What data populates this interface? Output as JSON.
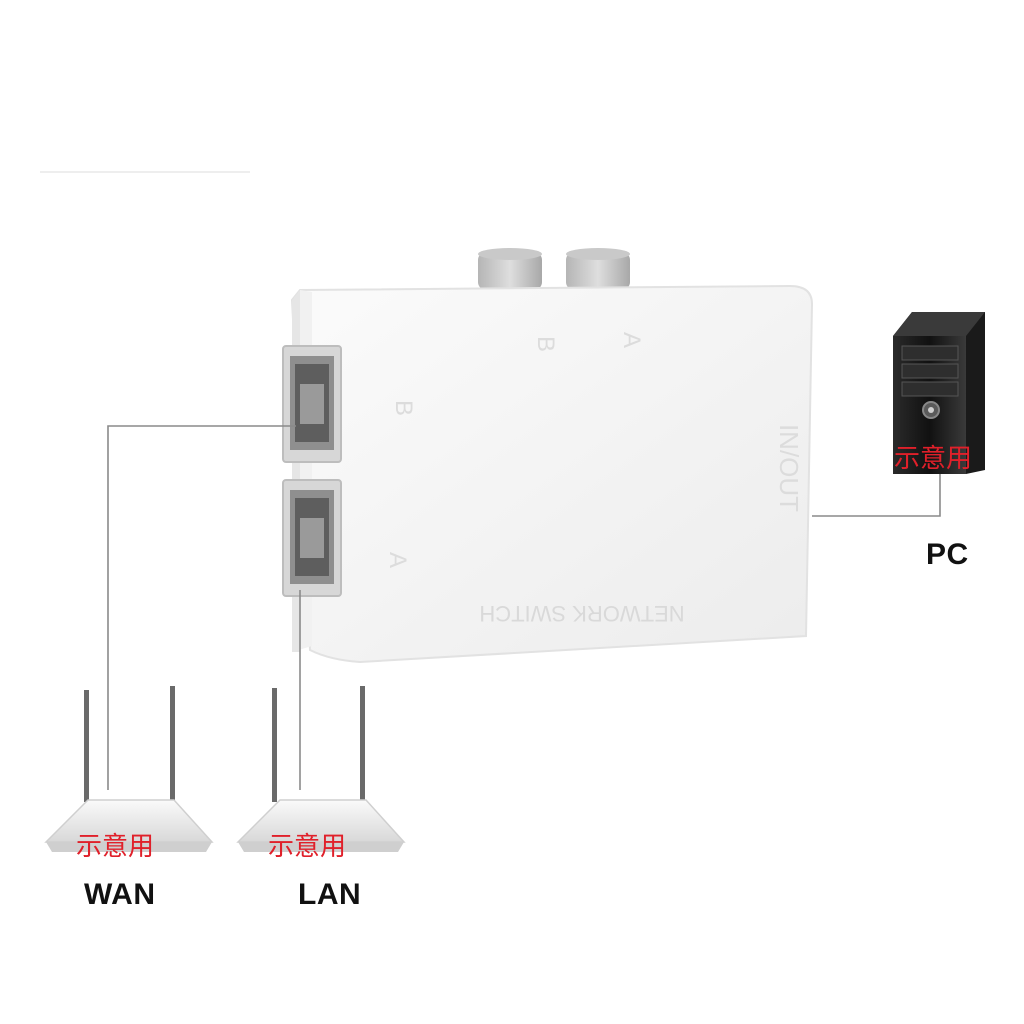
{
  "switch": {
    "port_b": "B",
    "port_a": "A",
    "knob_b": "B",
    "knob_a": "A",
    "inout": "IN/OUT",
    "brand_text": "NETWORK SWITCH"
  },
  "pc": {
    "label": "PC",
    "note": "示意用"
  },
  "routers": [
    {
      "label": "WAN",
      "note": "示意用"
    },
    {
      "label": "LAN",
      "note": "示意用"
    }
  ],
  "colors": {
    "note_red": "#e0202a",
    "switch_body": "#f7f7f7",
    "wire": "#8a8a8a"
  }
}
